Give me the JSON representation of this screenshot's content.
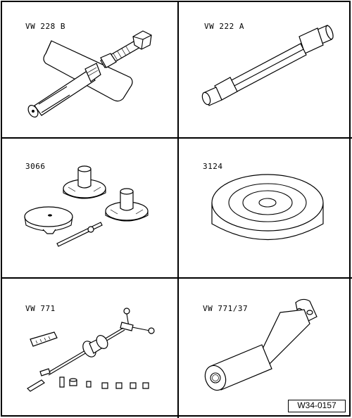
{
  "tools": [
    {
      "label": "VW 228 B"
    },
    {
      "label": "VW 222 A"
    },
    {
      "label": "3066"
    },
    {
      "label": "3124"
    },
    {
      "label": "VW 771"
    },
    {
      "label": "VW 771/37"
    }
  ],
  "figure_reference": "W34-0157"
}
